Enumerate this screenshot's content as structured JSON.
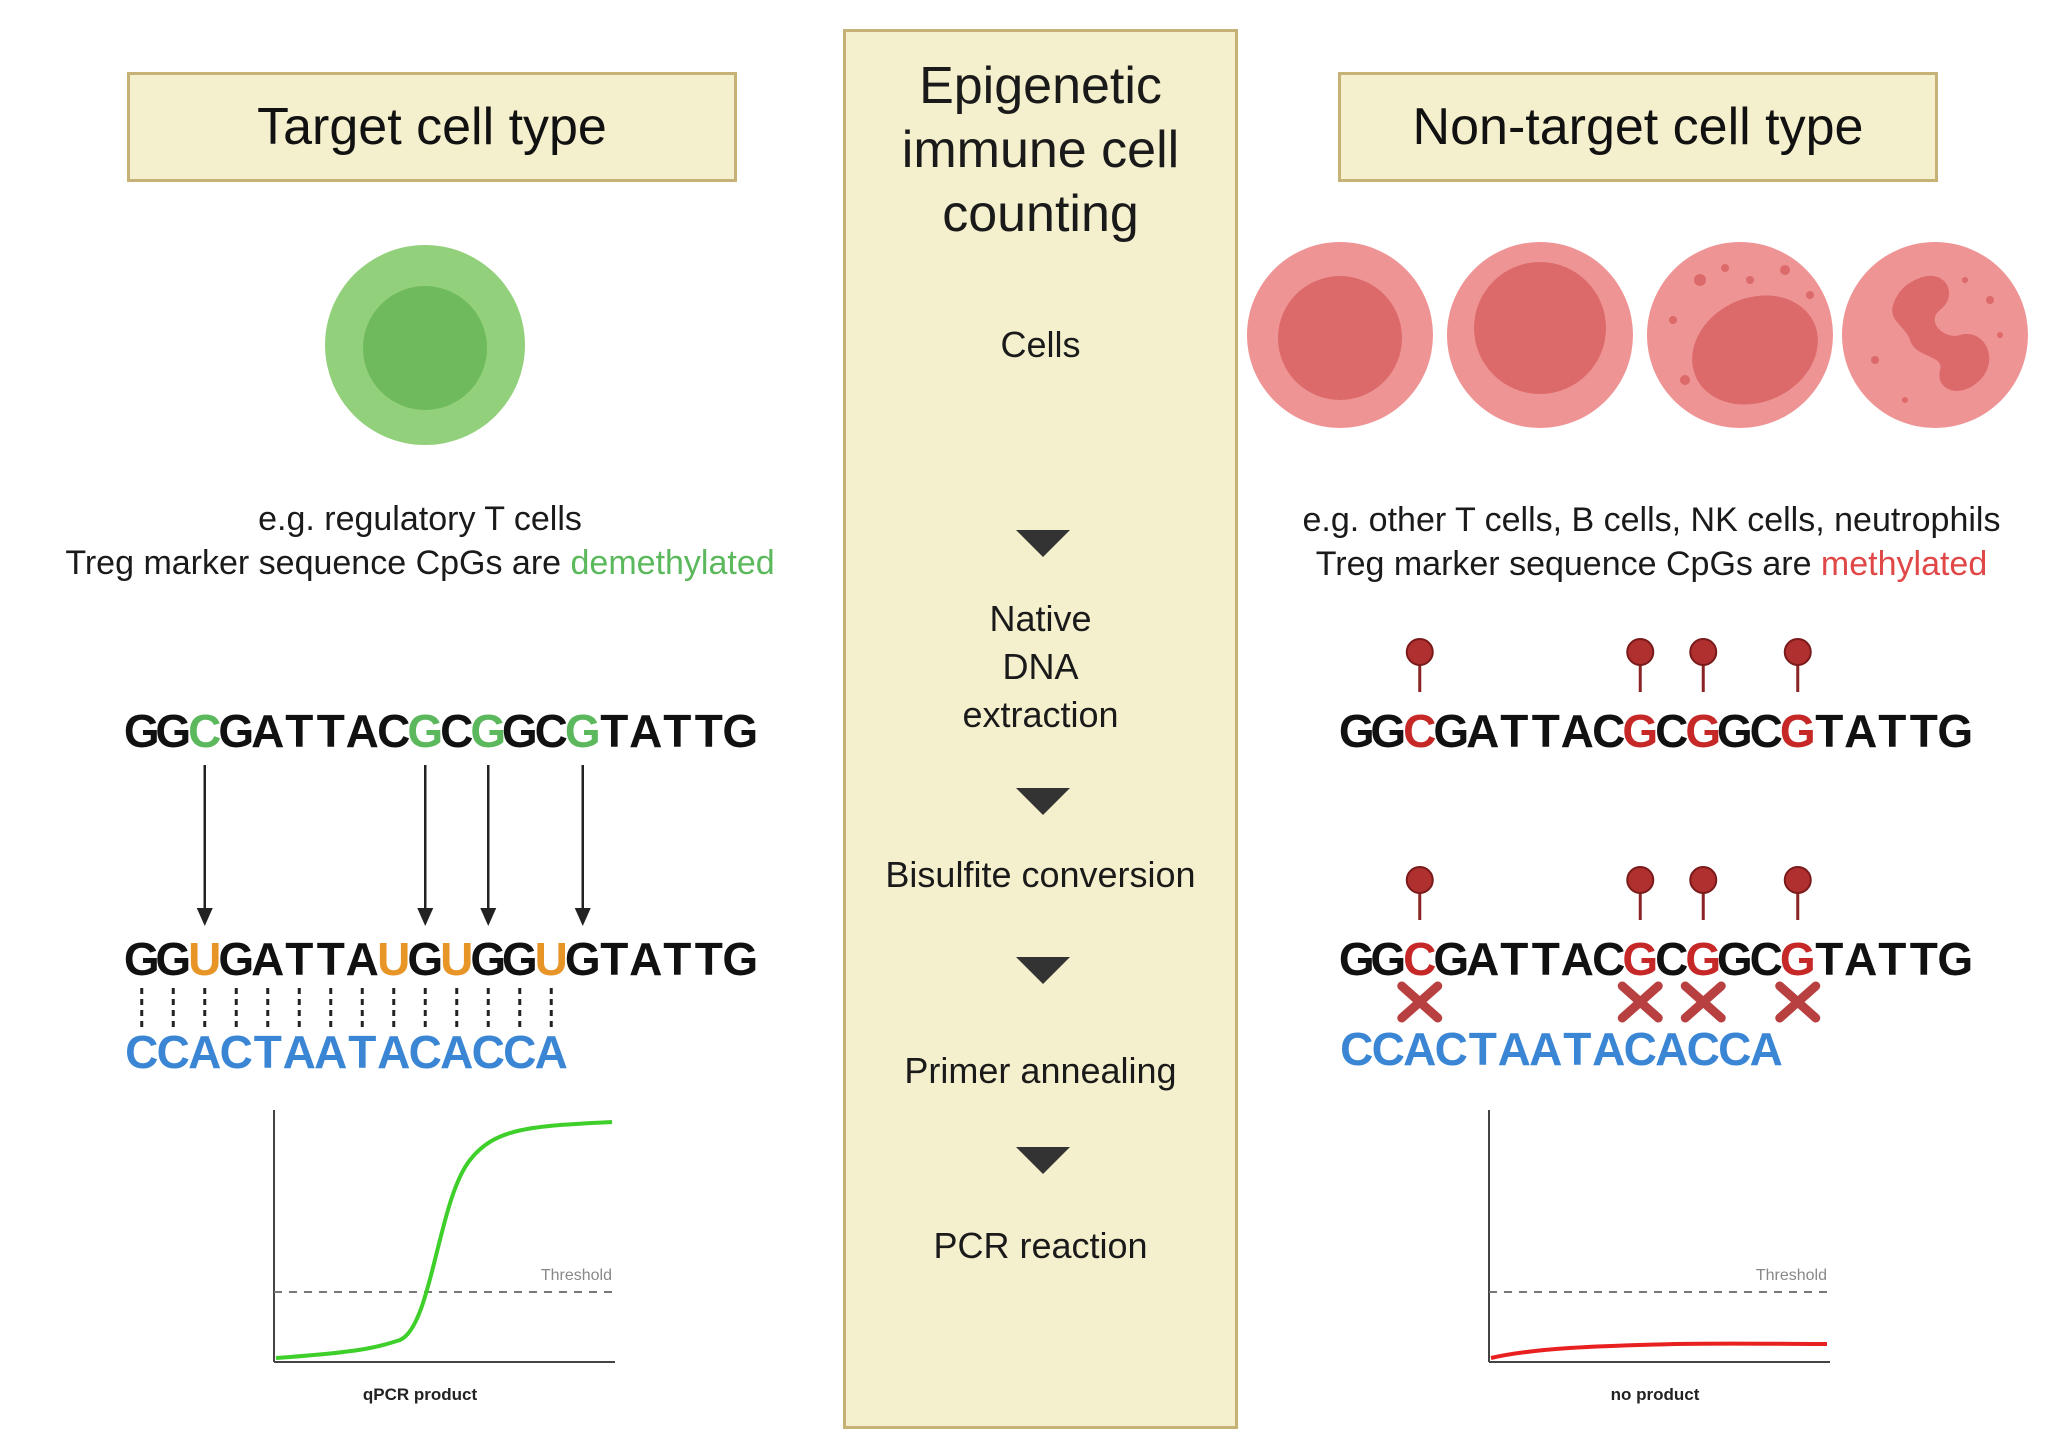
{
  "left": {
    "title": "Target cell type",
    "desc_line1": "e.g. regulatory T cells",
    "desc_line2_prefix": "Treg marker sequence CpGs are ",
    "desc_line2_highlight": "demethylated",
    "highlight_color": "#5cb85c",
    "seq_top": "GGCGATTACGCGGCGTATTG",
    "seq_bottom": "GGUGATTAUGUGGUGTATTG",
    "primer": "CCACTAATACACCA",
    "chart_threshold_label": "Threshold",
    "chart_caption": "qPCR product"
  },
  "center": {
    "title_line1": "Epigenetic",
    "title_line2": "immune cell",
    "title_line3": "counting",
    "step_cells": "Cells",
    "step_native_1": "Native",
    "step_native_2": "DNA",
    "step_native_3": "extraction",
    "step_bisulfite": "Bisulfite conversion",
    "step_primer": "Primer annealing",
    "step_pcr": "PCR reaction"
  },
  "right": {
    "title": "Non-target cell type",
    "desc_line1": "e.g. other T cells, B cells, NK cells, neutrophils",
    "desc_line2_prefix": "Treg marker sequence CpGs are ",
    "desc_line2_highlight": "methylated",
    "highlight_color": "#e04848",
    "seq_top": "GGCGATTACGCGGCGTATTG",
    "seq_bottom": "GGCGATTACGCGGCGTATTG",
    "primer": "CCACTAATACACCA",
    "chart_threshold_label": "Threshold",
    "chart_caption": "no product"
  },
  "colors": {
    "panel_fill": "#f4efcc",
    "panel_border": "#c6b277",
    "cpg_green": "#5cb85c",
    "uracil_orange": "#e89528",
    "methyl_red": "#c62828",
    "primer_blue": "#3a86d4",
    "target_cell": "#8fd175",
    "nontarget_cell": "#ee8e8e"
  }
}
